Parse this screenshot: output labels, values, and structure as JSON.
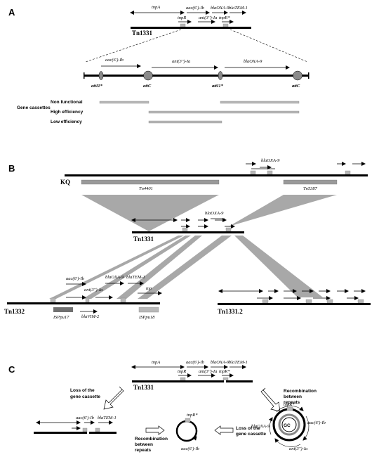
{
  "panels": {
    "a": "A",
    "b": "B",
    "c": "C"
  },
  "a": {
    "tnpA": "tnpA",
    "aac": "aac(6')-Ib",
    "bla_oxa": "blaOXA-9",
    "bla_tem": "blaTEM-1",
    "tnpR": "tnpR",
    "ant": "ant(3'')-Ia",
    "tnpR_star": "tnpR*",
    "tn_name": "Tn1331",
    "zoom_aac": "aac(6')-Ib",
    "zoom_ant": "ant(3'')-Ia",
    "zoom_oxa": "blaOXA-9",
    "att1": "attI1*",
    "attc": "attC",
    "att1b": "attI1*",
    "attc2": "attC",
    "gene_cassettes": "Gene cassettes",
    "nonfunctional": "Non functional",
    "high_eff": "High efficiency",
    "low_eff": "Low efficiency"
  },
  "b": {
    "kq": "KQ",
    "oxa_top": "blaOXA-9",
    "tn4401": "Tn4401",
    "tn5387": "Tn5387",
    "oxa_mid": "blaOXA-9",
    "tn1331": "Tn1331",
    "aac": "aac(6')-Ib",
    "ant": "ant(3'')-Ia",
    "oxa_low": "blaOXA-9",
    "tem_low": "blaTEM-1",
    "tnp": "tnp",
    "blaVIM2": "blaVIM-2",
    "tn1332": "Tn1332",
    "ispu17": "ISPpu17",
    "ispu18": "ISPpu18",
    "tn1331_2": "Tn1331.2"
  },
  "c": {
    "tnpA": "tnpA",
    "aac": "aac(6')-Ib",
    "oxa": "blaOXA-9",
    "tem": "blaTEM-1",
    "tnpR": "tnpR",
    "ant": "ant(3'')-Ia",
    "tnpR_star": "tnpR*",
    "tn1331": "Tn1331",
    "loss1": "Loss of the",
    "loss1b": "gene cassette",
    "aac_left": "aac(6')-Ib",
    "tem_left": "blaTEM-1",
    "tnpr_small": "tnpR*",
    "aac_small": "aac(6')-Ib",
    "recomb_mid1": "Recombination",
    "recomb_mid2": "between",
    "recomb_mid3": "repeats",
    "loss2": "Loss of the",
    "loss2b": "gene cassette",
    "recomb_r1": "Recombination",
    "recomb_r2": "between",
    "recomb_r3": "repeats",
    "tnpr_big": "tnpR*",
    "oxa_big": "blaOXA-9",
    "aac_big": "aac(6')-Ib",
    "ant_big": "ant(3'')-Ia",
    "gc": "GC"
  }
}
